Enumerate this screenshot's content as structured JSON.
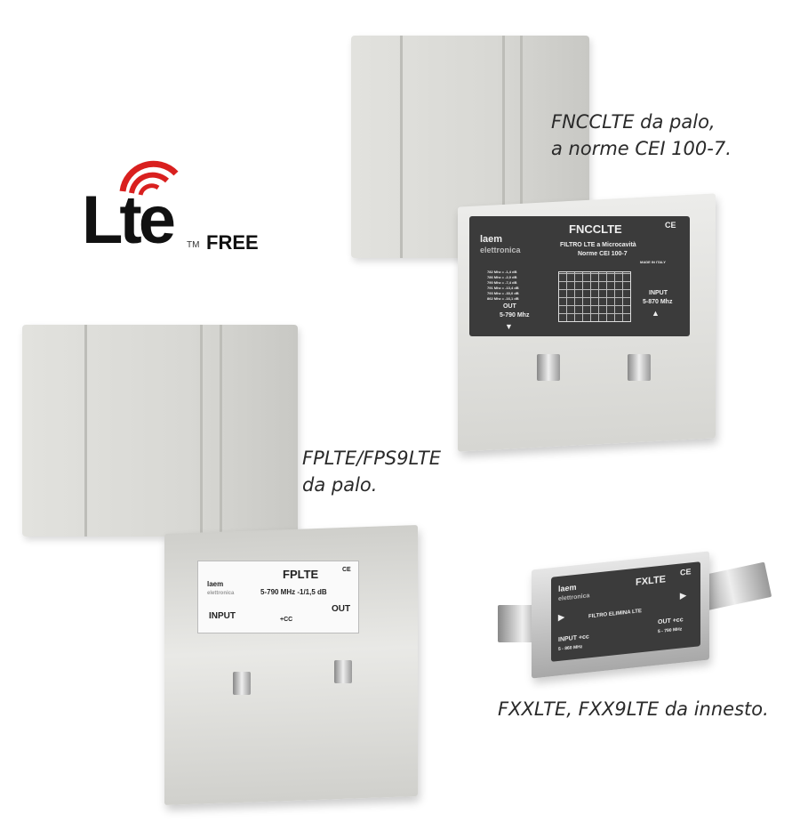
{
  "logo": {
    "brand": "Lte",
    "trademark": "TM",
    "badge": "FREE",
    "arc_color": "#d9201f"
  },
  "captions": {
    "fnccl_line1": "FNCCLTE da palo,",
    "fnccl_line2": "a norme CEI 100-7.",
    "fplte_line1": "FPLTE/FPS9LTE",
    "fplte_line2": "da palo.",
    "fxlte": "FXXLTE, FXX9LTE da innesto."
  },
  "fnccl": {
    "model": "FNCCLTE",
    "ce": "CE",
    "brand1": "laem",
    "brand2": "elettronica",
    "desc1": "FILTRO LTE  a Microcavità",
    "desc2": "Norme CEI 100-7",
    "made": "MADE IN ITALY",
    "specs": [
      "782 Mhz = -1,4 dB",
      "786 Mhz = -2,0 dB",
      "790 Mhz = -7,4 dB",
      "791 Mhz = -13,4 dB",
      "793 Mhz = -33,0 dB",
      "862 Mhz = -16,1 dB"
    ],
    "out_label": "OUT",
    "out_range": "5-790 Mhz",
    "in_label": "INPUT",
    "in_range": "5-870 Mhz"
  },
  "fplte": {
    "model": "FPLTE",
    "ce": "CE",
    "brand1": "laem",
    "brand2": "elettronica",
    "spec": "5-790 MHz  -1/1,5 dB",
    "input": "INPUT",
    "output": "OUT",
    "cc": "+CC"
  },
  "fxlte": {
    "model": "FXLTE",
    "ce": "CE",
    "brand1": "laem",
    "brand2": "elettronica",
    "desc": "FILTRO ELIMINA  LTE",
    "input": "INPUT +cc",
    "in_range": "5 - 860 MHz",
    "output": "OUT +cc",
    "out_range": "5 - 790 MHz"
  }
}
